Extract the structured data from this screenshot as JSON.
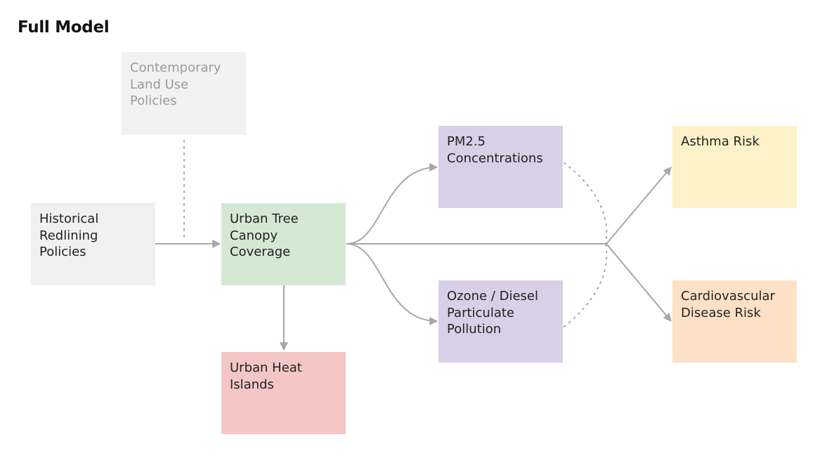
{
  "title": "Full Model",
  "nodes": {
    "contemporary": "Contemporary\nLand Use\nPolicies",
    "historical": "Historical\nRedlining\nPolicies",
    "canopy": "Urban Tree\nCanopy\nCoverage",
    "heat": "Urban Heat\nIslands",
    "pm25": "PM2.5\nConcentrations",
    "ozone": "Ozone / Diesel\nParticulate\nPollution",
    "asthma": "Asthma Risk",
    "cardio": "Cardiovascular\nDisease Risk"
  },
  "colors": {
    "edge": "#a8a8a8",
    "historical": "#f0f0f0",
    "contemporary": "#f2f2f2",
    "canopy": "#d5e8d4",
    "heat": "#f4c7c6",
    "pollution": "#d8d0e6",
    "asthma": "#fdf1c9",
    "cardio": "#fde1c7"
  }
}
